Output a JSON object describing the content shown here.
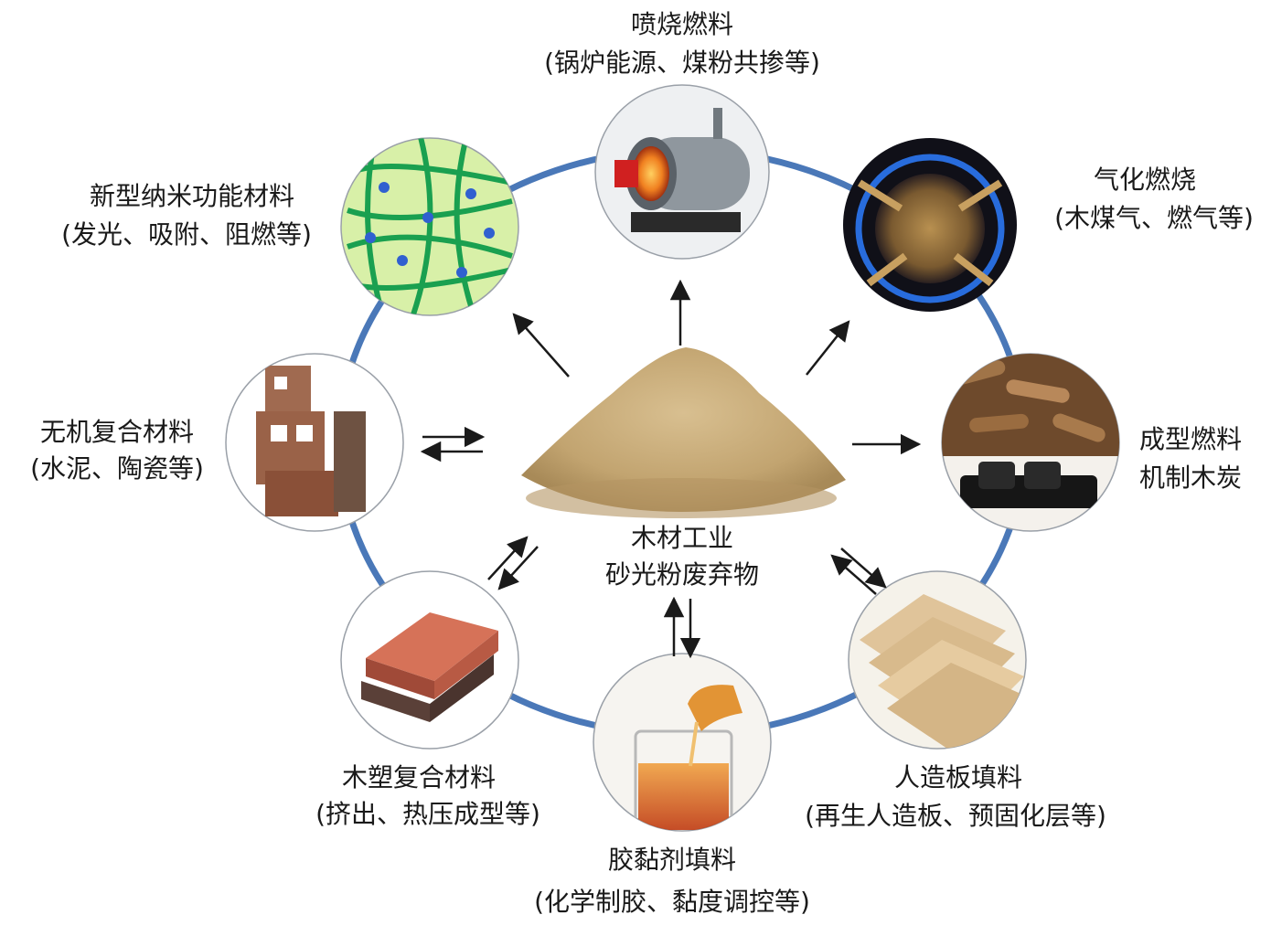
{
  "center": {
    "line1": "木材工业",
    "line2": "砂光粉废弃物"
  },
  "nodes": {
    "spray": {
      "title": "喷烧燃料",
      "detail": "(锅炉能源、煤粉共掺等)"
    },
    "gasification": {
      "title": "气化燃烧",
      "detail": "(木煤气、燃气等)"
    },
    "briquette": {
      "title": "成型燃料",
      "detail": "机制木炭"
    },
    "panel": {
      "title": "人造板填料",
      "detail": "(再生人造板、预固化层等)"
    },
    "adhesive": {
      "title": "胶黏剂填料",
      "detail": "(化学制胶、黏度调控等)"
    },
    "wpc": {
      "title": "木塑复合材料",
      "detail": "(挤出、热压成型等)"
    },
    "inorganic": {
      "title": "无机复合材料",
      "detail": "(水泥、陶瓷等)"
    },
    "nano": {
      "title": "新型纳米功能材料",
      "detail": "(发光、吸附、阻燃等)"
    }
  },
  "colors": {
    "ring": "#4a78b8",
    "arrow": "#1a1a1a",
    "sawdust": "#c9ab78"
  }
}
